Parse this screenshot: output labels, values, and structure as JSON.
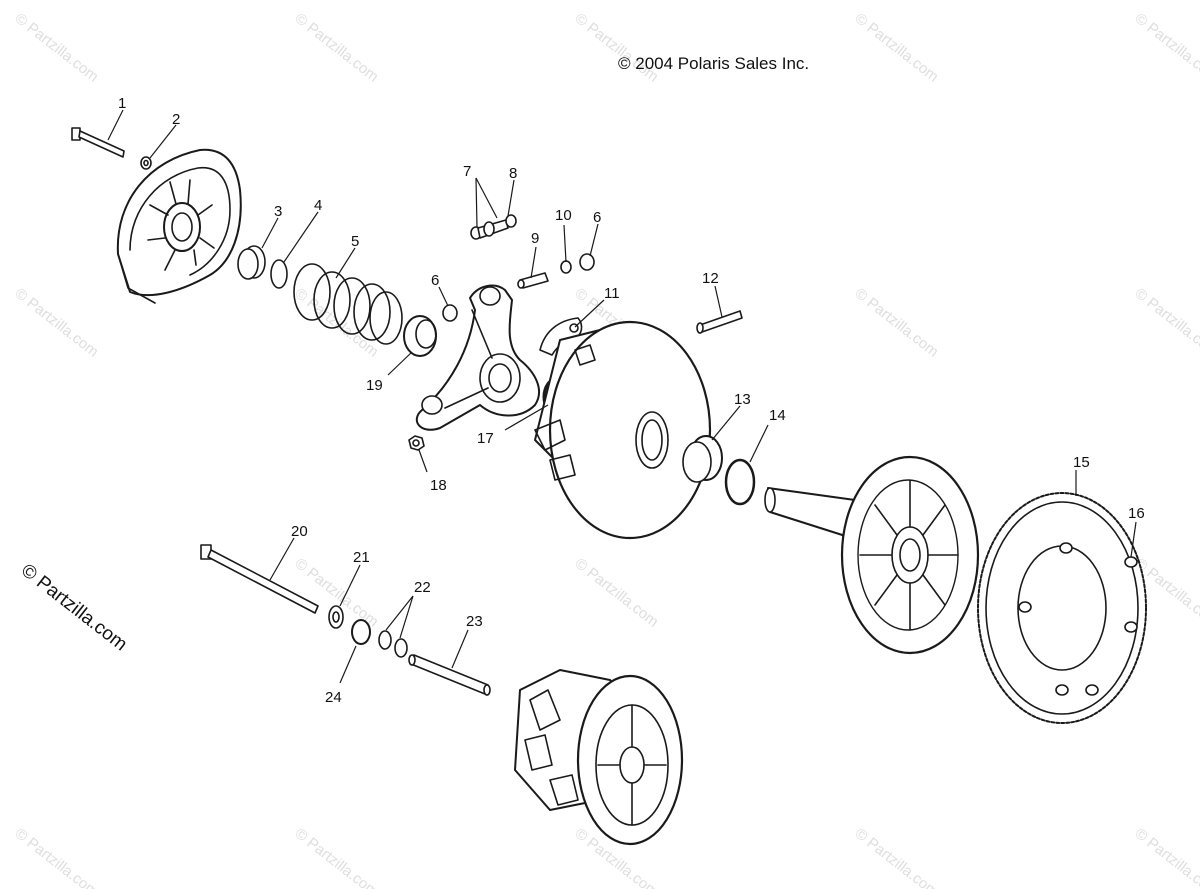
{
  "copyright": "© 2004 Polaris Sales Inc.",
  "brand_mark": "© Partzilla.com",
  "watermark": "© Partzilla.com",
  "callouts": [
    "1",
    "2",
    "3",
    "4",
    "5",
    "6",
    "6",
    "7",
    "8",
    "9",
    "10",
    "11",
    "12",
    "13",
    "14",
    "15",
    "16",
    "17",
    "18",
    "19",
    "20",
    "21",
    "22",
    "23",
    "24"
  ]
}
